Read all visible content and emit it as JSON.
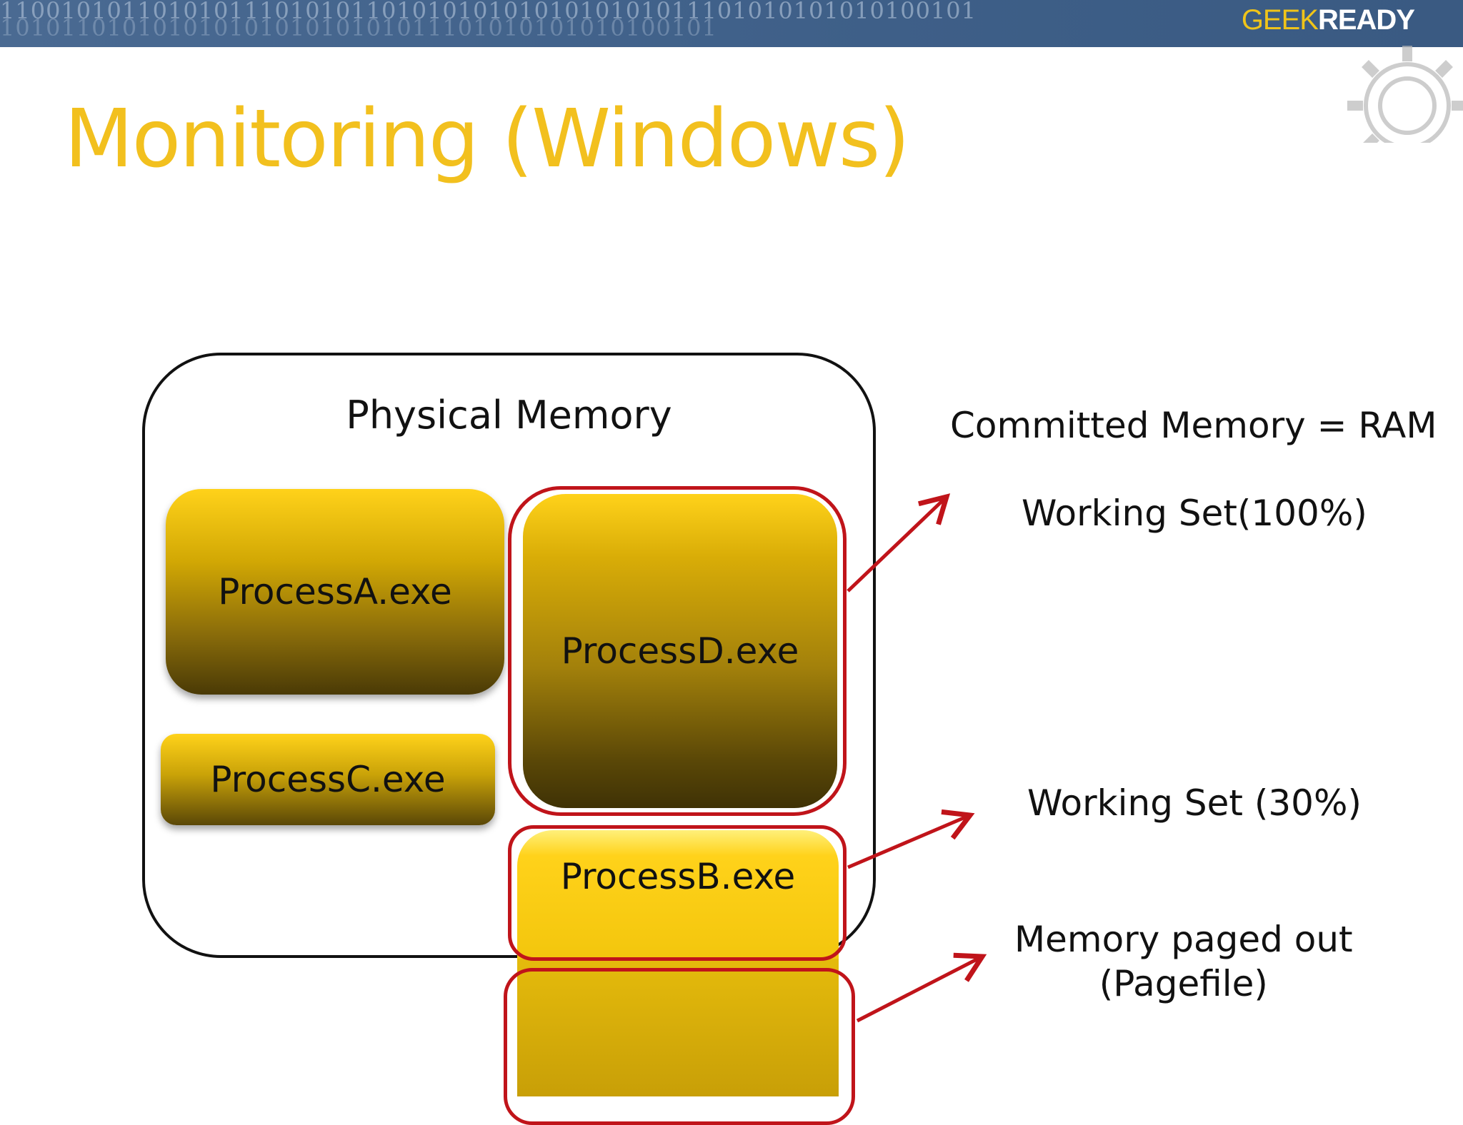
{
  "banner": {
    "binary_line1": "1100101011010101110101011010101010101010101011101010101010100101",
    "binary_line2": "10101101010101010101010101011101010101010100101",
    "logo_geek": "GEEK",
    "logo_ready": "READY"
  },
  "slide": {
    "title": "Monitoring (Windows)"
  },
  "diagram": {
    "physical_memory_label": "Physical Memory",
    "processes": {
      "a": "ProcessA.exe",
      "b": "ProcessB.exe",
      "c": "ProcessC.exe",
      "d": "ProcessD.exe"
    },
    "annotations": {
      "committed": "Committed Memory = RAM",
      "working_set_full": "Working Set(100%)",
      "working_set_partial": "Working Set (30%)",
      "paged_out_line1": "Memory paged out",
      "paged_out_line2": "(Pagefile)"
    }
  },
  "colors": {
    "title": "#f2c01e",
    "highlight_outline": "#c0141a",
    "banner": "#3e5f88",
    "process_fill": "#ffd21a"
  },
  "icons": {
    "logo_gear": "gear-icon"
  }
}
